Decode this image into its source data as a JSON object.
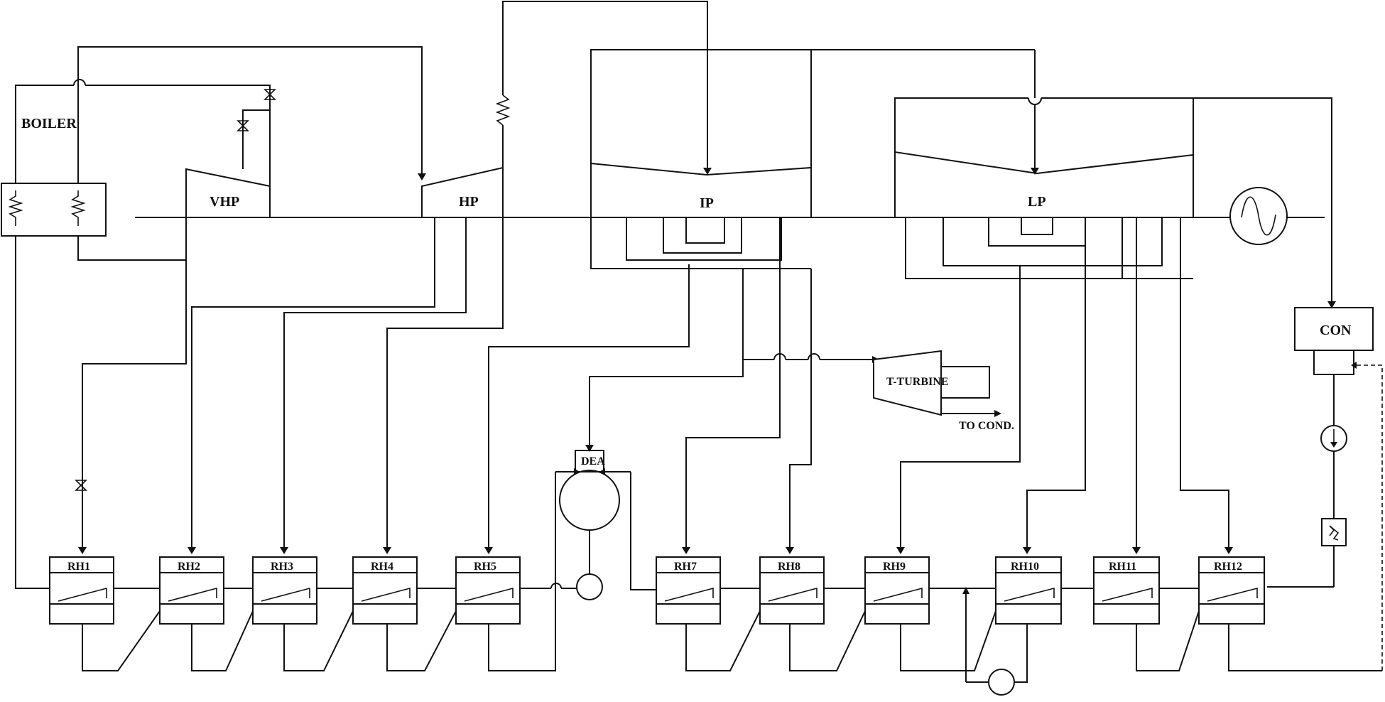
{
  "labels": {
    "boiler": "BOILER",
    "vhp": "VHP",
    "hp": "HP",
    "ip": "IP",
    "lp": "LP",
    "t_turbine": "T-TURBINE",
    "to_cond": "TO COND.",
    "dea": "DEA",
    "con": "CON"
  },
  "heaters": [
    "RH1",
    "RH2",
    "RH3",
    "RH4",
    "RH5",
    "RH7",
    "RH8",
    "RH9",
    "RH10",
    "RH11",
    "RH12"
  ]
}
